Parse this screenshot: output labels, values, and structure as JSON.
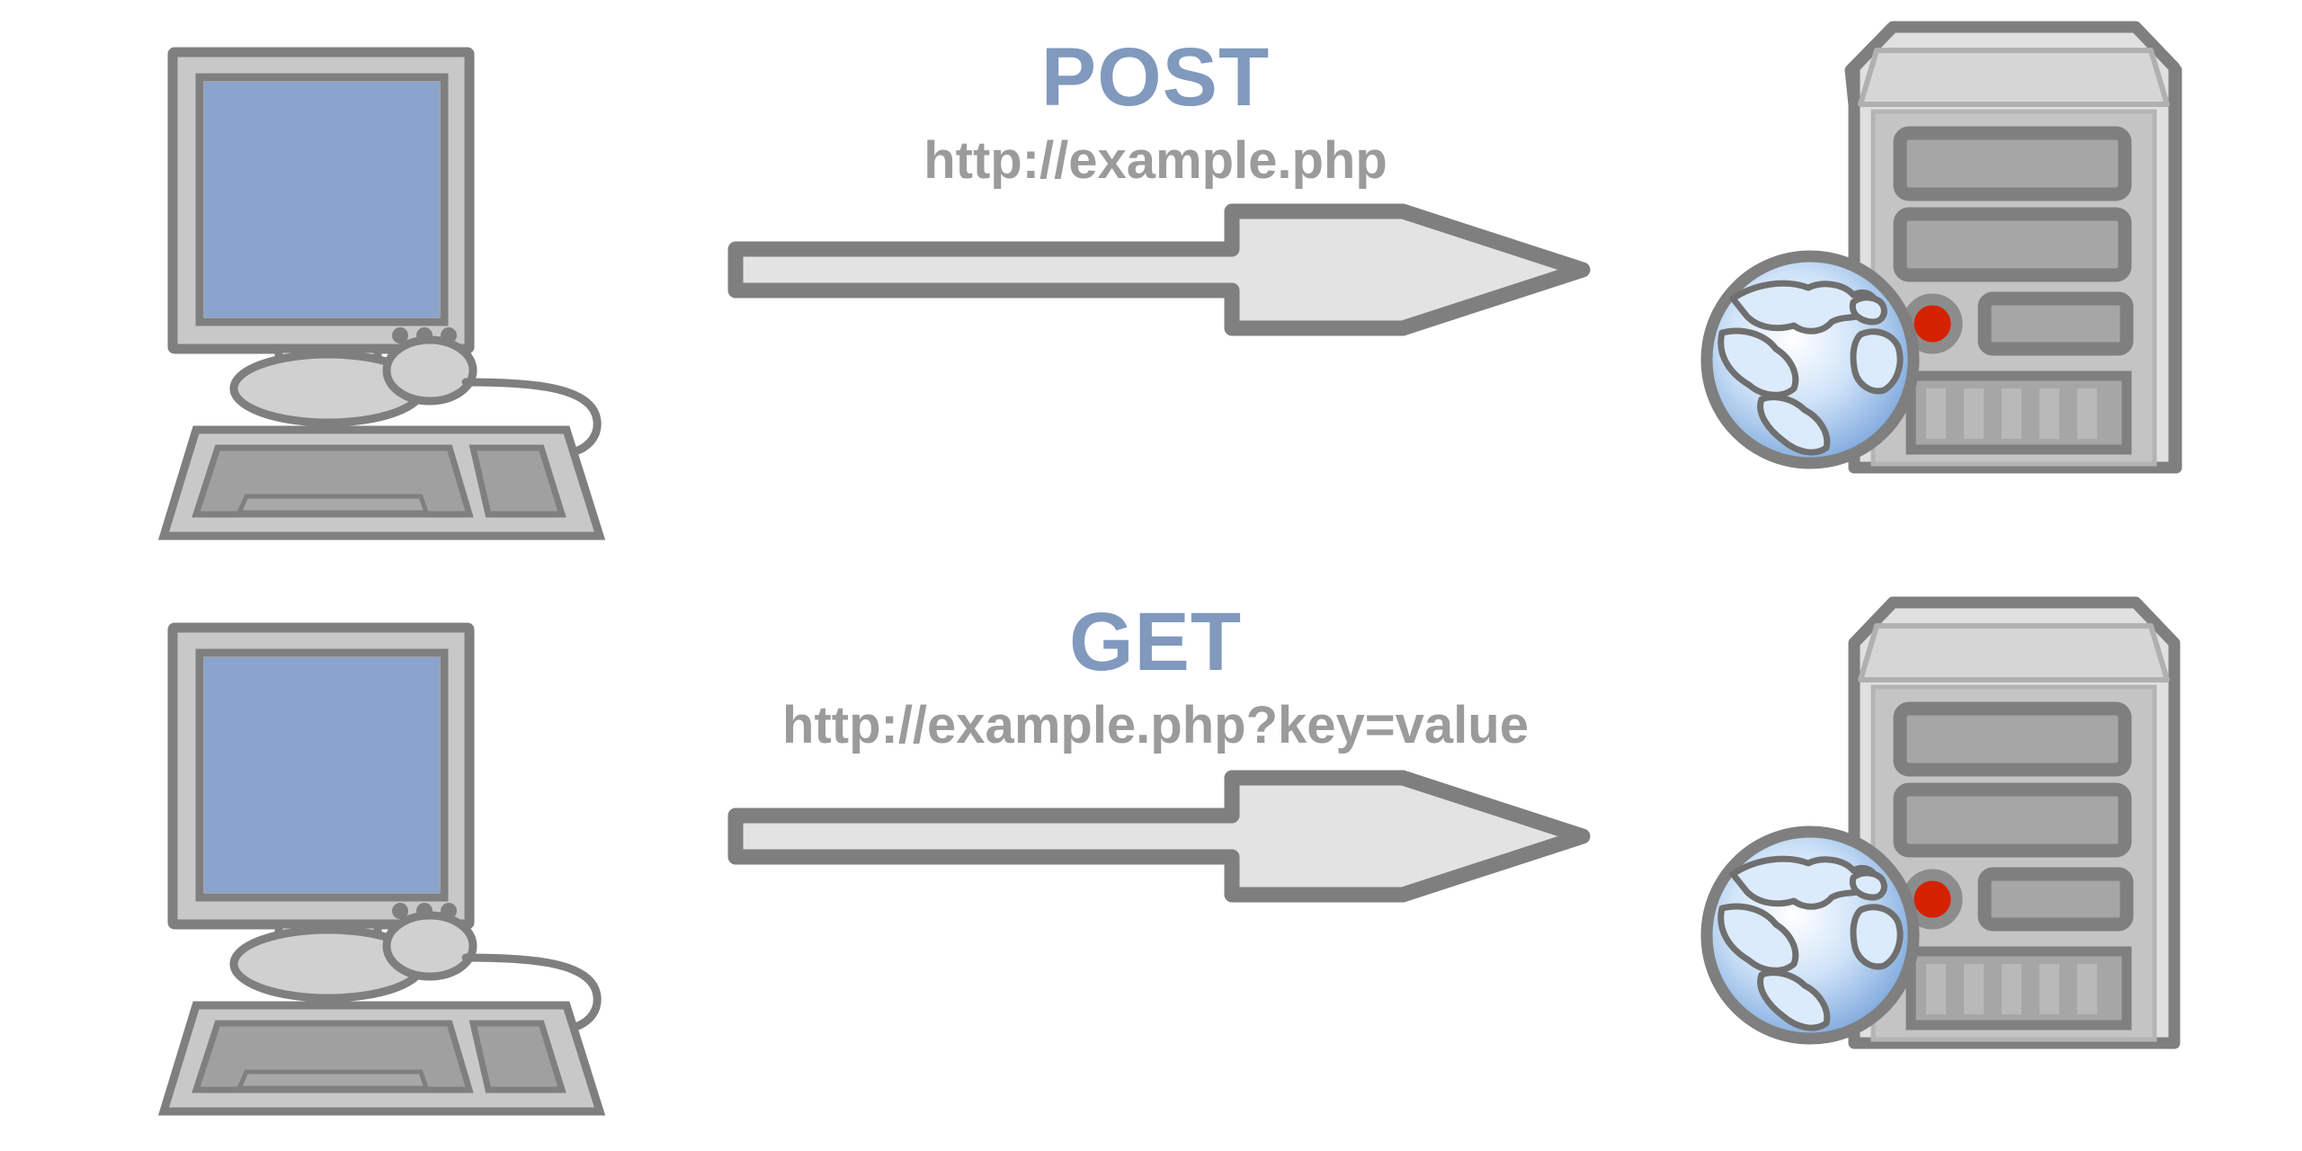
{
  "diagram": {
    "title": "HTTP POST and GET request diagram",
    "background_color": "#ffffff",
    "colors": {
      "method_text": "#8099bd",
      "url_text": "#9b9b9b",
      "outline": "#7f7f7f",
      "light_gray_fill": "#e3e3e3",
      "mid_gray_fill": "#c8c8c8",
      "dark_gray_fill": "#a0a0a0",
      "screen_blue": "#8aa4ce",
      "power_led_red": "#d42200",
      "globe_ocean": "#6a9ad6",
      "globe_land": "#dcebfb"
    },
    "rows": [
      {
        "id": "post",
        "method": "POST",
        "url": "http://example.php",
        "client_icon": "desktop-computer-icon",
        "arrow_icon": "right-arrow-icon",
        "server_icon": "server-tower-icon",
        "globe_icon": "globe-icon"
      },
      {
        "id": "get",
        "method": "GET",
        "url": "http://example.php?key=value",
        "client_icon": "desktop-computer-icon",
        "arrow_icon": "right-arrow-icon",
        "server_icon": "server-tower-icon",
        "globe_icon": "globe-icon"
      }
    ]
  }
}
